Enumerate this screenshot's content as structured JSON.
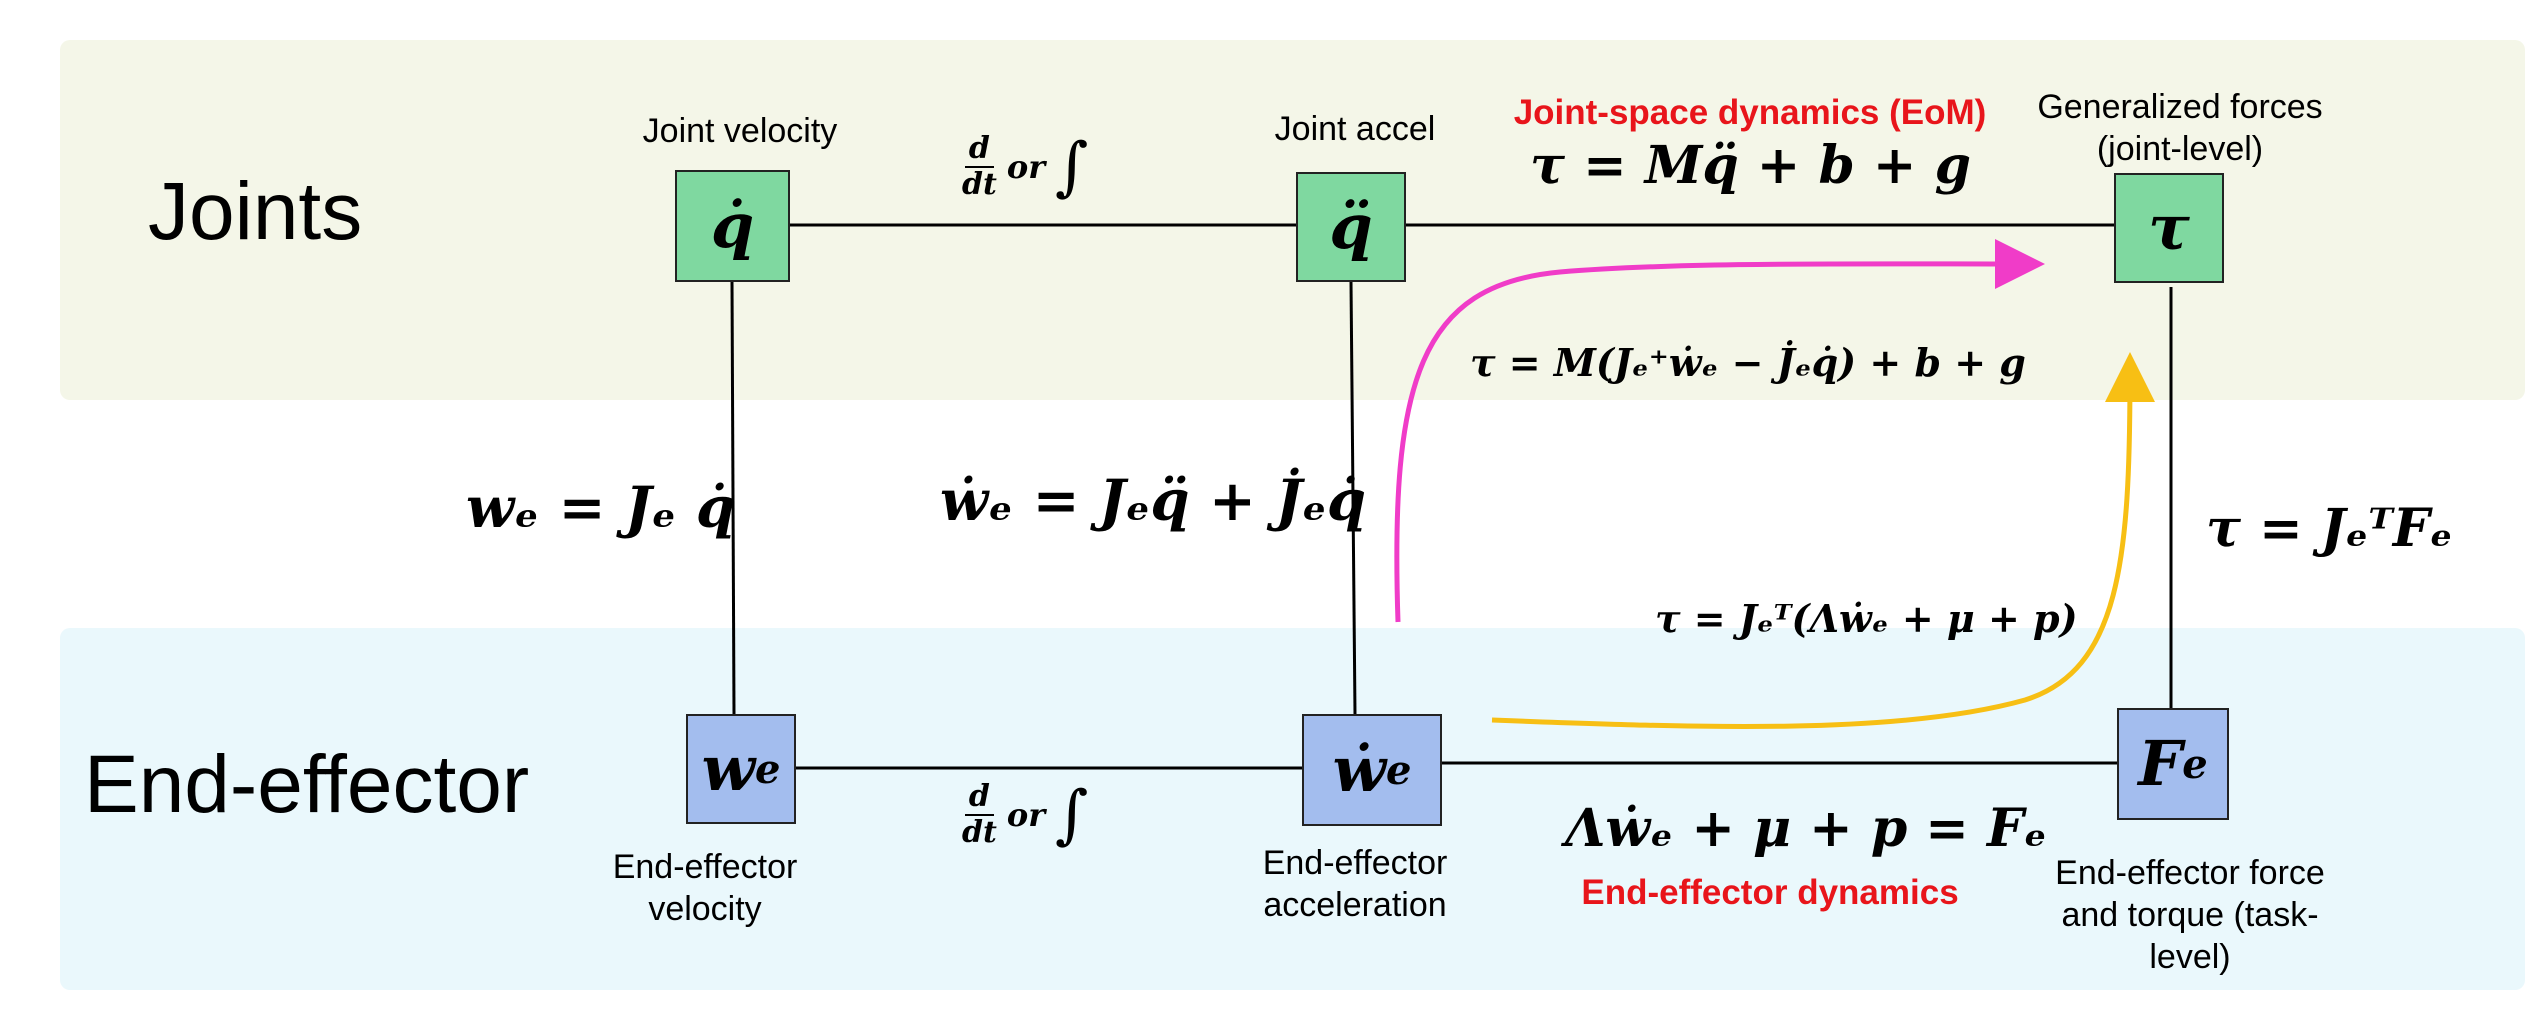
{
  "bands": {
    "joints_label": "Joints",
    "ee_label": "End-effector"
  },
  "nodes": {
    "qdot": {
      "symbol": "q̇",
      "subscript": "",
      "caption": "Joint velocity"
    },
    "qddot": {
      "symbol": "q̈",
      "subscript": "",
      "caption": "Joint accel"
    },
    "tau": {
      "symbol": "τ",
      "subscript": "",
      "caption": "Generalized forces (joint-level)"
    },
    "we": {
      "symbol": "w",
      "subscript": "e",
      "caption": "End-effector velocity"
    },
    "wedot": {
      "symbol": "ẇ",
      "subscript": "e",
      "caption": "End-effector acceleration"
    },
    "fe": {
      "symbol": "F",
      "subscript": "e",
      "caption": "End-effector force and torque (task-level)"
    }
  },
  "derivative_labels": {
    "numerator": "d",
    "denominator": "dt",
    "or": "or",
    "integral": "∫"
  },
  "titles": {
    "joint_space": "Joint-space dynamics (EoM)",
    "ee_dynamics": "End-effector dynamics"
  },
  "equations": {
    "joint_eom": "τ = Mq̈ + b + g",
    "ee_eom": "Λẇₑ + μ + p = Fₑ",
    "vel_map": "wₑ = Jₑ q̇",
    "acc_map": "ẇₑ = Jₑq̈ + J̇ₑq̇",
    "force_map": "τ = JₑᵀFₑ",
    "magenta_path": "τ = M(Jₑ⁺ẇₑ − J̇ₑq̇) + b + g",
    "yellow_path": "τ = Jₑᵀ(Λẇₑ + μ + p)"
  },
  "colors": {
    "joint_band": "#f4f6e8",
    "ee_band": "#eaf8fc",
    "joint_node": "#7fd8a0",
    "ee_node": "#a3bdee",
    "magenta_arrow": "#f03cc8",
    "yellow_arrow": "#f7bf14",
    "title_red": "#e8151b"
  }
}
